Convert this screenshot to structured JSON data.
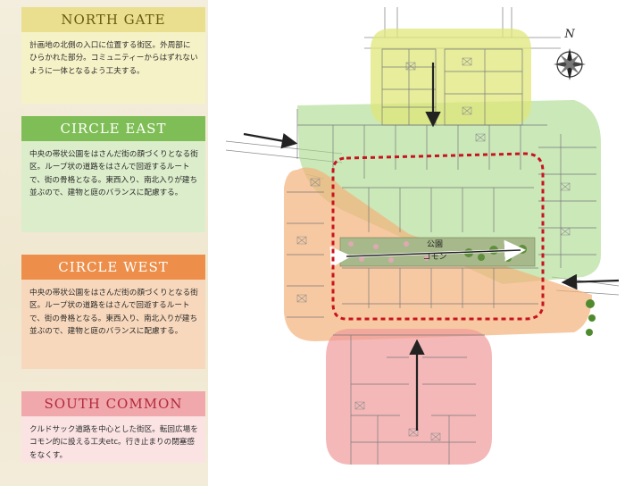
{
  "sections": [
    {
      "title": "NORTH GATE",
      "text": "計画地の北側の入口に位置する街区。外周部にひらかれた部分。コミュニティーからはずれないように一体となるよう工夫する。",
      "head_bg": "#e9df8e",
      "head_fg": "#6b5a14",
      "body_bg": "#f6f2c7"
    },
    {
      "title": "CIRCLE EAST",
      "text": "中央の帯状公園をはさんだ街の顔づくりとなる街区。ループ状の道路をはさんで回遊するルートで、街の骨格となる。東西入り、南北入りが建ち並ぶので、建物と庭のバランスに配慮する。",
      "head_bg": "#7fbe56",
      "head_fg": "#ffffff",
      "body_bg": "#dbedca"
    },
    {
      "title": "CIRCLE WEST",
      "text": "中央の帯状公園をはさんだ街の顔づくりとなる街区。ループ状の道路をはさんで回遊するルートで、街の骨格となる。東西入り、南北入りが建ち並ぶので、建物と庭のバランスに配慮する。",
      "head_bg": "#ed8f4a",
      "head_fg": "#ffffff",
      "body_bg": "#f8d8bc"
    },
    {
      "title": "SOUTH COMMON",
      "text": "クルドサック道路を中心とした街区。転回広場をコモン的に設える工夫etc。行き止まりの閉塞感をなくす。",
      "head_bg": "#f1a8ad",
      "head_fg": "#b22a3a",
      "body_bg": "#fbe3e3"
    }
  ],
  "map": {
    "compass_label": "N",
    "park_label_1": "公園",
    "park_label_2": "コモン",
    "zone_colors": {
      "north_gate": "#dfe77a",
      "circle_east": "#a9d98a",
      "circle_west": "#f4b27a",
      "south_common": "#ef9a9a"
    },
    "loop_color": "#c8141e"
  }
}
